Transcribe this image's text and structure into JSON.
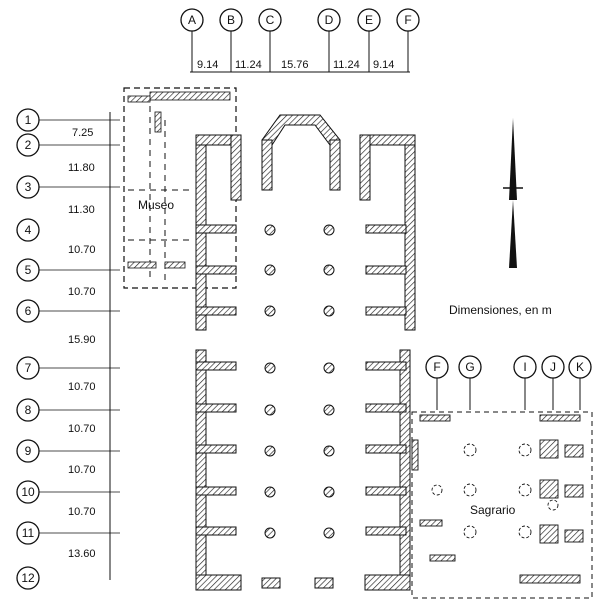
{
  "column_axes": [
    "A",
    "B",
    "C",
    "D",
    "E",
    "F"
  ],
  "column_spacings": [
    "9.14",
    "11.24",
    "15.76",
    "11.24",
    "9.14"
  ],
  "row_axes": [
    "1",
    "2",
    "3",
    "4",
    "5",
    "6",
    "7",
    "8",
    "9",
    "10",
    "11",
    "12"
  ],
  "row_spacings": [
    "7.25",
    "11.80",
    "11.30",
    "10.70",
    "10.70",
    "15.90",
    "10.70",
    "10.70",
    "10.70",
    "10.70",
    "13.60"
  ],
  "sagrario_axes": [
    "F",
    "G",
    "I",
    "J",
    "K"
  ],
  "labels": {
    "museo": "Museo",
    "sagrario": "Sagrario",
    "units_note": "Dimensiones, en m"
  },
  "colors": {
    "ink": "#111111",
    "hatch": "#222222"
  }
}
